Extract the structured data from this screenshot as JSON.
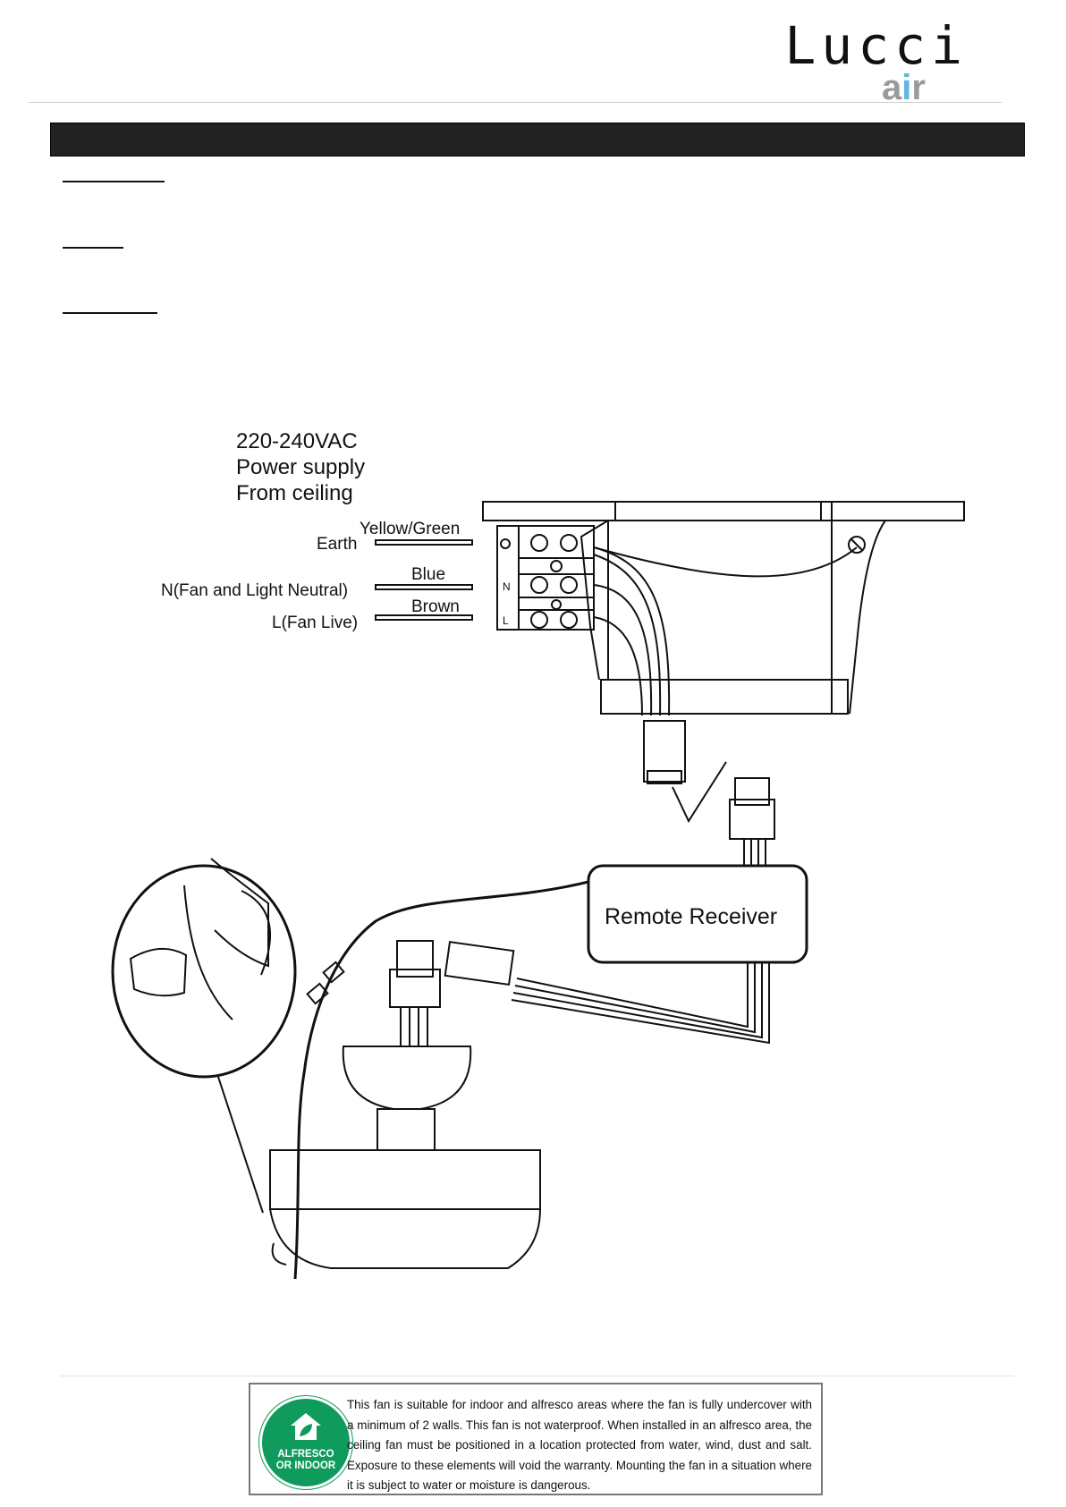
{
  "header": {
    "brand": "Lucci",
    "brand_sub_a": "a",
    "brand_sub_i": "i",
    "brand_sub_r": "r"
  },
  "diagram": {
    "supply_line1": "220-240VAC",
    "supply_line2": "Power supply",
    "supply_line3": "From ceiling",
    "earth_color": "Yellow/Green",
    "earth_label": "Earth",
    "neutral_color": "Blue",
    "neutral_label": "N(Fan and Light Neutral)",
    "live_color": "Brown",
    "live_label": "L(Fan Live)",
    "terminal_n": "N",
    "terminal_l": "L",
    "receiver_label": "Remote Receiver"
  },
  "notice": {
    "badge_line1": "ALFRESCO",
    "badge_line2": "OR INDOOR",
    "text": "This fan is suitable for indoor and alfresco areas where the fan is fully undercover with a minimum of 2 walls. This fan is not waterproof. When installed in an alfresco area, the ceiling fan must be positioned in a location protected from water, wind, dust and salt. Exposure to these elements will void the warranty. Mounting the fan in a situation where it is subject to water or moisture is dangerous.",
    "badge_color": "#0f9b5c"
  },
  "colors": {
    "section_bar": "#222222",
    "logo_air": "#9a9a9a",
    "logo_accent": "#5fb7e0"
  }
}
